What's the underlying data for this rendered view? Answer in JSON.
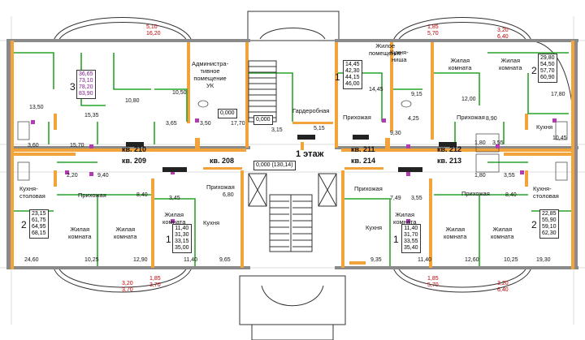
{
  "floor_label": "1 этаж",
  "level_mark": "0,000 (130,14)",
  "marks": [
    "0,000",
    "0,000"
  ],
  "elevations": [
    "5,10",
    "16,20",
    "1,85",
    "5,70",
    "3,20",
    "6,40",
    "3,20",
    "3,70",
    "1,85",
    "3,70",
    "1,85",
    "5,70",
    "3,20",
    "6,40"
  ],
  "rooms": {
    "admin": "Администра-\nтивное\nпомещение\nУК",
    "living_space": "Жилое\nпомещение",
    "kitchen_niche": "Кухня-\nниша",
    "living_room": "Жилая\nкомната",
    "cloakroom": "Гардеробная",
    "hallway": "Прихожая",
    "kitchen": "Кухня",
    "kitchen_dining_1": "Кухня-",
    "kitchen_dining_2": "столовая"
  },
  "apartments": {
    "kv210": "кв. 210",
    "kv209": "кв. 209",
    "kv208": "кв. 208",
    "kv211": "кв. 211",
    "kv214": "кв. 214",
    "kv212": "кв. 212",
    "kv213": "кв. 213"
  },
  "areas": [
    "13,50",
    "15,35",
    "10,80",
    "10,50",
    "3,65",
    "3,50",
    "17,70",
    "3,60",
    "15,70",
    "2,20",
    "9,40",
    "8,40",
    "3,45",
    "6,80",
    "3,15",
    "5,15",
    "14,45",
    "9,15",
    "12,00",
    "17,80",
    "9,30",
    "4,25",
    "8,90",
    "10,45",
    "3,55",
    "1,80",
    "1,80",
    "3,55",
    "7,49",
    "3,55",
    "8,40",
    "24,60",
    "10,25",
    "12,90",
    "11,40",
    "9,65",
    "9,35",
    "11,40",
    "12,60",
    "10,25",
    "19,30"
  ],
  "summaries": {
    "s1": {
      "rooms": "3",
      "v0": "36,65",
      "v1": "73,10",
      "v2": "78,20",
      "v3": "83,90"
    },
    "s2": {
      "rooms": "1",
      "v0": "14,45",
      "v1": "42,30",
      "v2": "44,15",
      "v3": "46,00"
    },
    "s3": {
      "rooms": "2",
      "v0": "29,80",
      "v1": "54,50",
      "v2": "57,70",
      "v3": "60,90"
    },
    "s4": {
      "rooms": "2",
      "v0": "23,15",
      "v1": "61,75",
      "v2": "64,95",
      "v3": "68,15"
    },
    "s5": {
      "rooms": "1",
      "v0": "11,40",
      "v1": "31,30",
      "v2": "33,15",
      "v3": "35,00"
    },
    "s6": {
      "rooms": "1",
      "v0": "11,40",
      "v1": "31,70",
      "v2": "33,55",
      "v3": "35,40"
    },
    "s7": {
      "rooms": "2",
      "v0": "22,85",
      "v1": "55,90",
      "v2": "59,10",
      "v3": "62,30"
    }
  }
}
